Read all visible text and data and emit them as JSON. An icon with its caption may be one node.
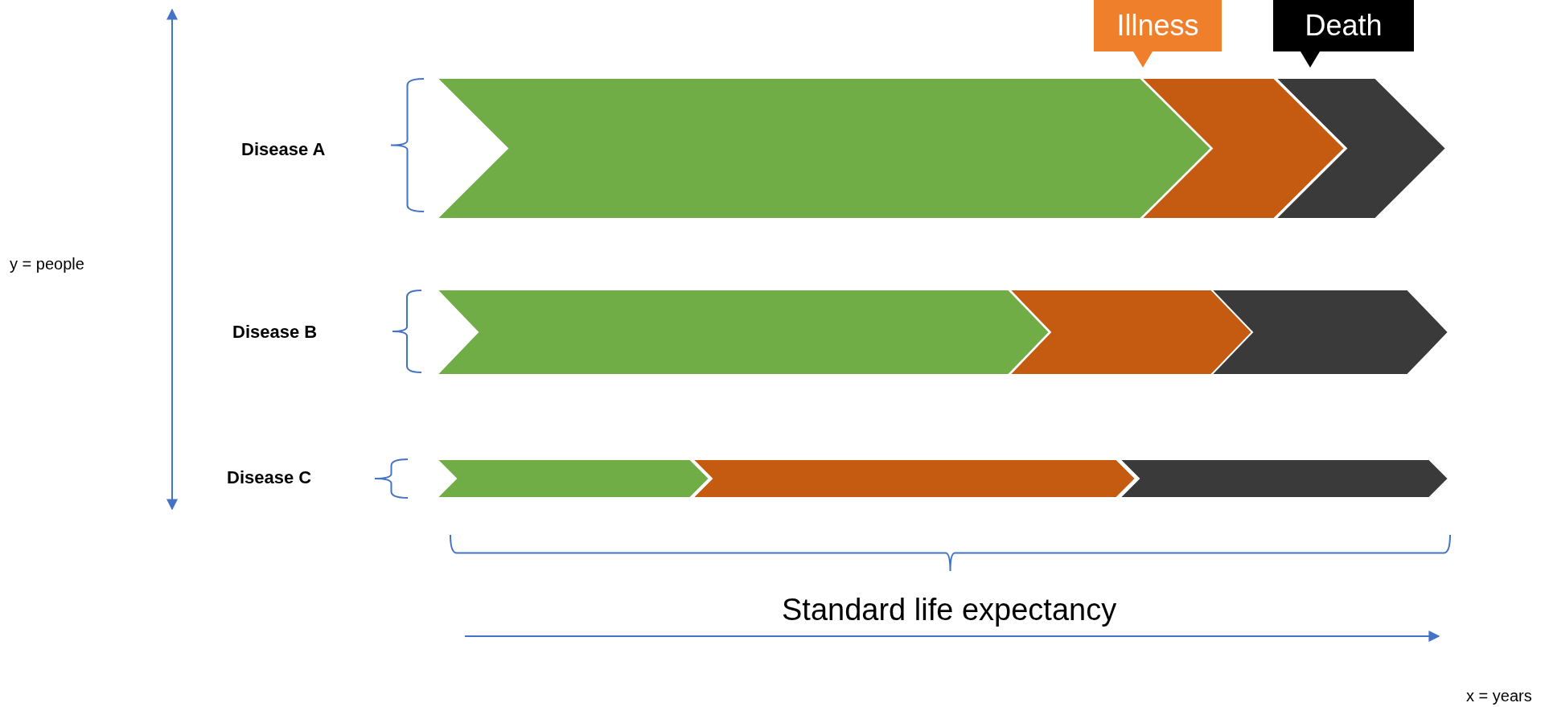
{
  "diagram": {
    "nodes": [
      {
        "text": [
          "Illness"
        ]
      },
      {
        "text": [
          "Death"
        ]
      },
      {
        "text": [],
        "shape": "chevron"
      },
      {
        "text": [],
        "shape": "chevron"
      },
      {
        "text": [],
        "shape": "chevron"
      },
      {
        "text": [],
        "shape": "chevron"
      },
      {
        "text": [],
        "shape": "chevron"
      },
      {
        "text": [],
        "shape": "chevron"
      },
      {
        "text": [],
        "shape": "chevron"
      },
      {
        "text": [],
        "shape": "chevron"
      },
      {
        "text": [],
        "shape": "chevron"
      }
    ],
    "labels": [
      "Disease A",
      "y = people",
      "Disease B",
      "Disease C",
      "Standard life expectancy",
      "x = years"
    ]
  }
}
